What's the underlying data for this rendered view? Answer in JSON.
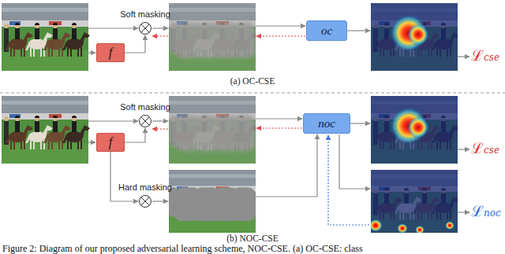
{
  "diagram": {
    "caption": "Figure 2: Diagram of our proposed adversarial learning scheme, NOC-CSE. (a) OC-CSE: class",
    "nodes": [
      {
        "text": [
          "f"
        ]
      },
      {
        "text": [
          "oc"
        ]
      },
      {
        "text": [
          "f"
        ]
      },
      {
        "text": [
          "noc"
        ]
      }
    ],
    "labels": [
      "Soft masking",
      "ℒcse",
      "(a) OC-CSE",
      "Soft masking",
      "Hard masking",
      "ℒcse",
      "ℒnoc",
      "(b) NOC-CSE"
    ]
  }
}
